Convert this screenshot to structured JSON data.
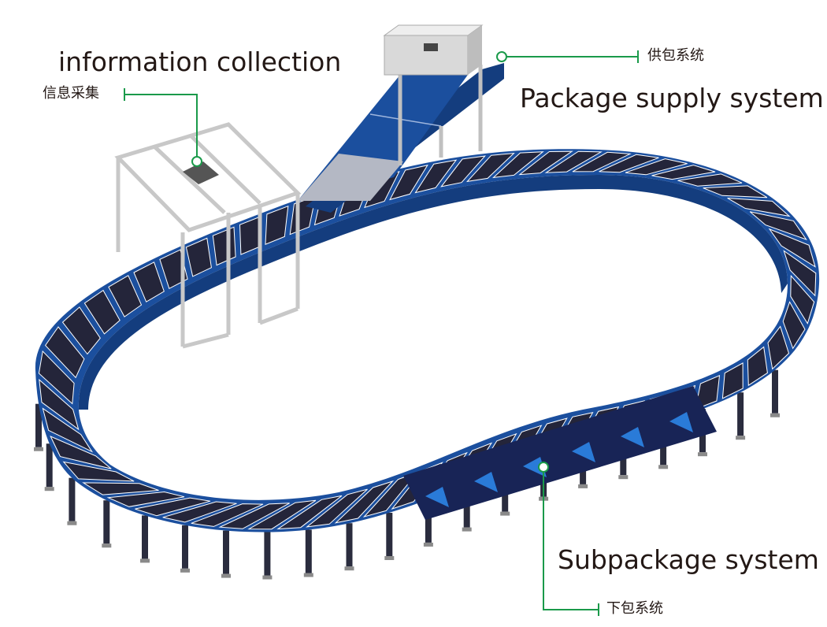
{
  "labels": {
    "info_en": "information collection",
    "info_zh": "信息采集",
    "supply_en": "Package supply  system",
    "supply_zh": "供包系统",
    "sub_en": "Subpackage system",
    "sub_zh": "下包系统"
  },
  "colors": {
    "belt_blue": "#1b4f9e",
    "belt_dark": "#143d7e",
    "tray": "#24253a",
    "tray_edge": "#ffffff",
    "leg": "#2a2c3e",
    "frame": "#c8c8c8",
    "leader": "#1a9a4a",
    "chute_panel": "#182456",
    "chute_fin": "#2a7bd8",
    "text": "#231815"
  }
}
